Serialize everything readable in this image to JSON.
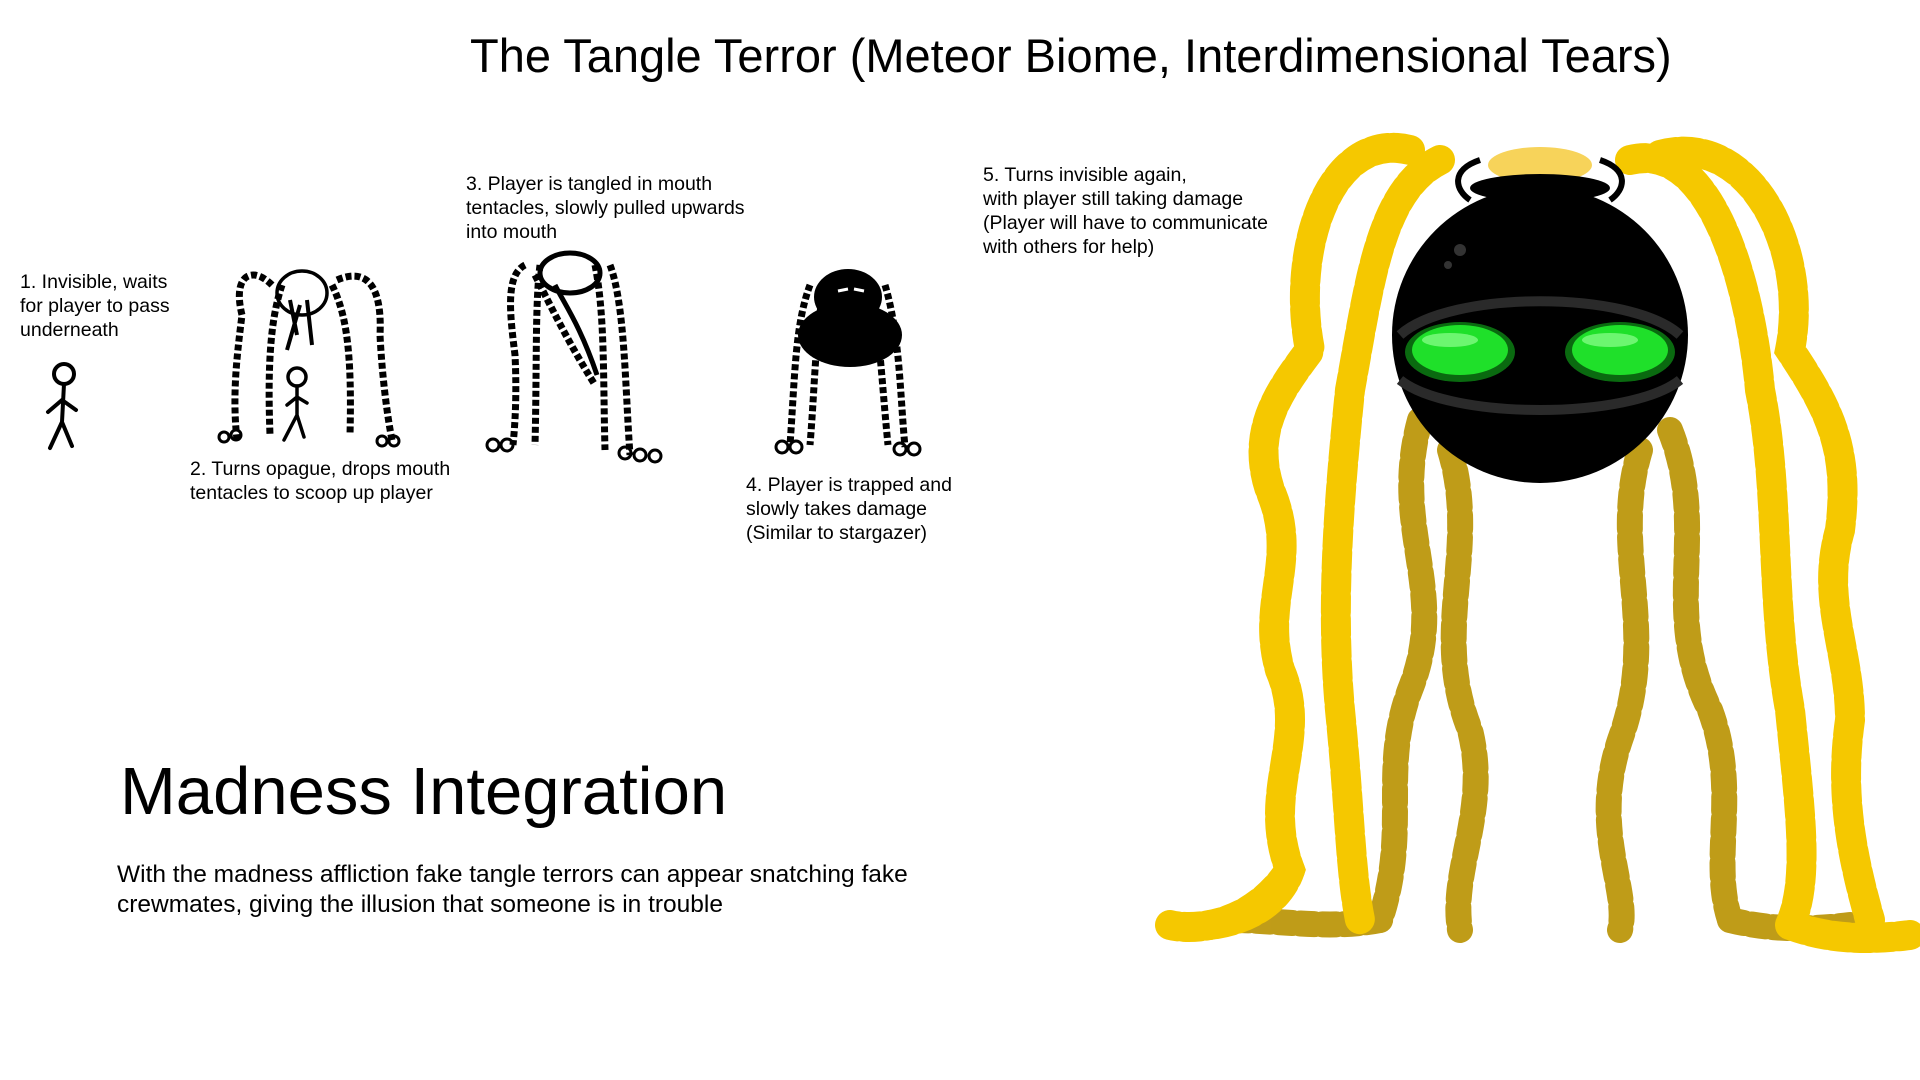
{
  "title": "The Tangle Terror (Meteor Biome, Interdimensional Tears)",
  "steps": [
    {
      "text": "1. Invisible, waits\nfor player to pass\nunderneath"
    },
    {
      "text": "2. Turns opague, drops mouth\ntentacles to scoop up player"
    },
    {
      "text": "3. Player is tangled in mouth\ntentacles, slowly pulled upwards\ninto mouth"
    },
    {
      "text": "4. Player is trapped and\nslowly takes damage\n(Similar to stargazer)"
    },
    {
      "text": "5. Turns invisible again,\nwith player still taking damage\n(Player will have to communicate\nwith others for help)"
    }
  ],
  "madness": {
    "heading": "Madness Integration",
    "description": "With the madness affliction fake tangle terrors can appear snatching fake crewmates, giving the illusion that someone is in trouble"
  },
  "colors": {
    "tentacle_front": "#f5c800",
    "tentacle_back": "#b99200",
    "body": "#000000",
    "eyes": "#1fe02a",
    "cap": "#f7d35a"
  }
}
